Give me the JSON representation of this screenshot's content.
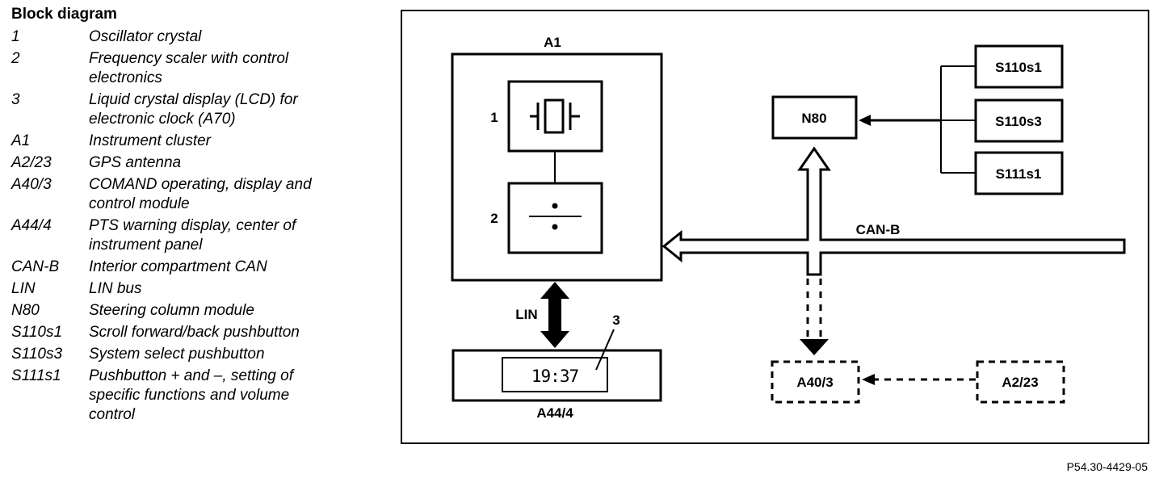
{
  "legend": {
    "title": "Block diagram",
    "items": [
      {
        "code": "1",
        "desc": "Oscillator crystal"
      },
      {
        "code": "2",
        "desc": "Frequency scaler with control electronics"
      },
      {
        "code": "3",
        "desc": "Liquid crystal display (LCD) for electronic clock (A70)"
      },
      {
        "code": "A1",
        "desc": "Instrument cluster"
      },
      {
        "code": "A2/23",
        "desc": "GPS antenna"
      },
      {
        "code": "A40/3",
        "desc": "COMAND operating, display and control module"
      },
      {
        "code": "A44/4",
        "desc": "PTS warning display, center of instrument panel"
      },
      {
        "code": "CAN-B",
        "desc": "Interior compartment CAN"
      },
      {
        "code": "LIN",
        "desc": "LIN bus"
      },
      {
        "code": "N80",
        "desc": "Steering column module"
      },
      {
        "code": "S110s1",
        "desc": "Scroll forward/back pushbutton"
      },
      {
        "code": "S110s3",
        "desc": "System select pushbutton"
      },
      {
        "code": "S111s1",
        "desc": "Pushbutton + and –, setting of specific functions and volume control"
      }
    ]
  },
  "diagram": {
    "labels": {
      "a1": "A1",
      "item1": "1",
      "item2": "2",
      "item3": "3",
      "lin": "LIN",
      "lcd_time": "19:37",
      "a44": "A44/4",
      "n80": "N80",
      "canb": "CAN-B",
      "a40": "A40/3",
      "a2": "A2/23",
      "s110s1": "S110s1",
      "s110s3": "S110s3",
      "s111s1": "S111s1"
    }
  },
  "figure_id": "P54.30-4429-05"
}
